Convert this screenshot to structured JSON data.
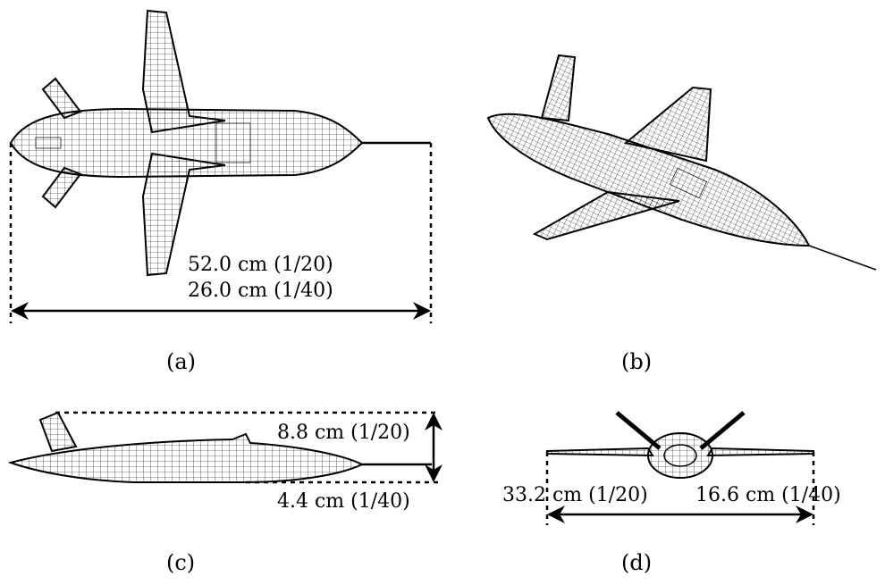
{
  "panels": {
    "a": {
      "caption": "(a)",
      "length_1_20": "52.0 cm (1/20)",
      "length_1_40": "26.0 cm (1/40)"
    },
    "b": {
      "caption": "(b)"
    },
    "c": {
      "caption": "(c)",
      "height_1_20": "8.8 cm (1/20)",
      "height_1_40": "4.4 cm (1/40)"
    },
    "d": {
      "caption": "(d)",
      "span_1_20": "33.2 cm (1/20)",
      "span_1_40": "16.6 cm (1/40)"
    }
  }
}
